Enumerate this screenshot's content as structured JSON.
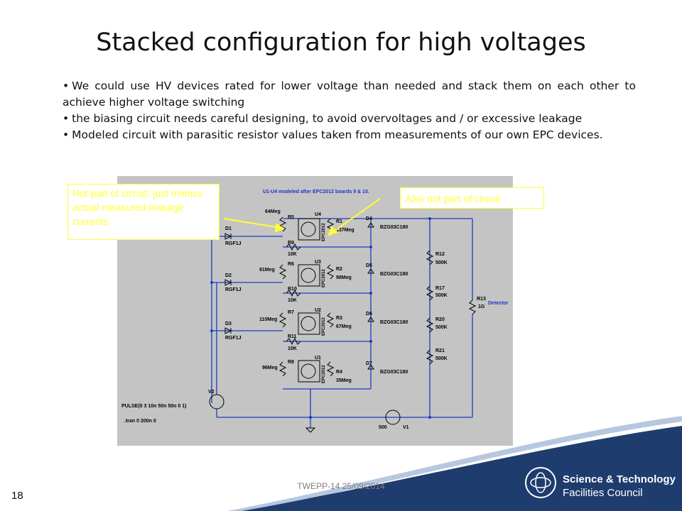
{
  "slide": {
    "title": "Stacked configuration for high voltages",
    "bullets": [
      "We could use HV devices rated for lower voltage than needed and stack them on each other to achieve higher voltage switching",
      "the biasing circuit needs careful designing, to avoid overvoltages and / or excessive leakage",
      "Modeled circuit with parasitic resistor values taken from measurements of our own EPC devices."
    ],
    "footer": "TWEPP-14 25/09/2014",
    "number": "18"
  },
  "callouts": {
    "left": "Not part of circuit; just mimics actual measured leakage currents",
    "right": "Also not part of circuit"
  },
  "schematic": {
    "header": "U1-U4 modeled after EPC2012 boards 9 & 10.",
    "source": "PULSE(0 3 10n 50n 50n 0 1)",
    "tran": ".tran 0 200n 0",
    "v2": "V2",
    "v1": "V1",
    "v1_value": "500",
    "detector": "Detector",
    "r13": "R13",
    "r13_value": "1G",
    "stages": [
      {
        "leak": "R5",
        "leak_val": "64Meg",
        "fet": "U4",
        "par": "R1",
        "par_val": "137Meg",
        "gate": "R9",
        "diode": "D1",
        "zener": "D4"
      },
      {
        "leak": "R6",
        "leak_val": "91Meg",
        "fet": "U3",
        "par": "R2",
        "par_val": "98Meg",
        "gate": "R10",
        "diode": "D2",
        "zener": "D5"
      },
      {
        "leak": "R7",
        "leak_val": "110Meg",
        "fet": "U2",
        "par": "R3",
        "par_val": "67Meg",
        "gate": "R11",
        "diode": "D3",
        "zener": "D6"
      },
      {
        "leak": "R8",
        "leak_val": "96Meg",
        "fet": "U1",
        "par": "R4",
        "par_val": "35Meg",
        "gate": "",
        "diode": "",
        "zener": "D7"
      }
    ],
    "gate_val": "10K",
    "diode_part": "RGF1J",
    "zener_part": "BZG03C180",
    "fet_part": "EPC2012",
    "divider": [
      {
        "name": "R12",
        "val": "500K"
      },
      {
        "name": "R17",
        "val": "500K"
      },
      {
        "name": "R20",
        "val": "500K"
      },
      {
        "name": "R21",
        "val": "500K"
      }
    ]
  },
  "branding": {
    "line1": "Science & Technology",
    "line2": "Facilities Council"
  }
}
